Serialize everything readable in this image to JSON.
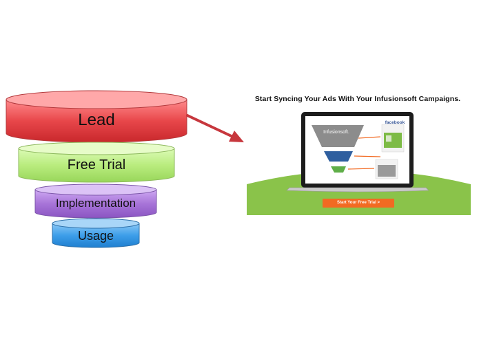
{
  "funnel": {
    "tiers": [
      {
        "label": "Lead",
        "color": "#e8474a"
      },
      {
        "label": "Free Trial",
        "color": "#b9ec7e"
      },
      {
        "label": "Implementation",
        "color": "#a774d8"
      },
      {
        "label": "Usage",
        "color": "#3d9ee9"
      }
    ]
  },
  "ad": {
    "title": "Start Syncing Your Ads With Your Infusionsoft Campaigns.",
    "brand": "Infusionsoft.",
    "social": "facebook",
    "cta": "Start Your Free Trial >",
    "colors": {
      "ground": "#8ac34a",
      "cta": "#f26a22",
      "facebook": "#3b5998"
    }
  },
  "arrow": {
    "color": "#c7373d"
  }
}
